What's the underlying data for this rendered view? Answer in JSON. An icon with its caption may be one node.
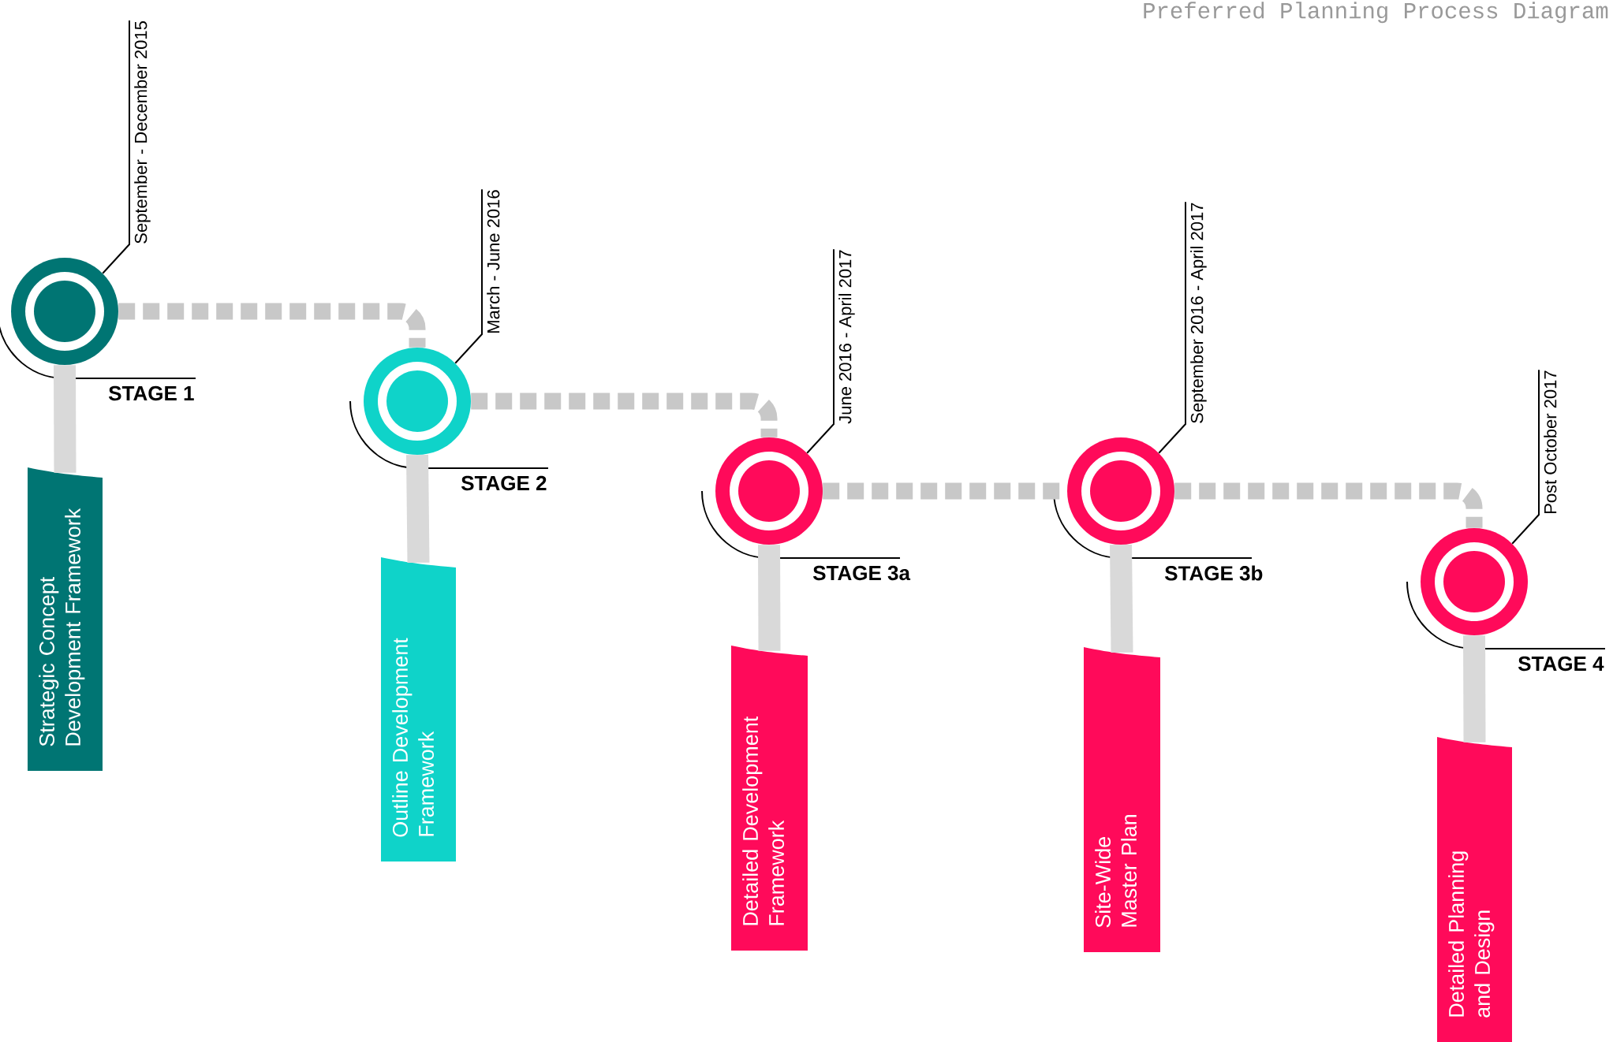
{
  "diagram": {
    "title": "Preferred Planning Process Diagram",
    "nodes": [
      {
        "text": [
          "September - December 2015"
        ]
      },
      {
        "text": [],
        "shape": "circle",
        "beside": [
          "STAGE 1"
        ]
      },
      {
        "text": [
          "Strategic Concept Development Framework"
        ]
      },
      {
        "text": [
          "March - June 2016"
        ]
      },
      {
        "text": [],
        "shape": "circle",
        "beside": [
          "STAGE 2"
        ]
      },
      {
        "text": [
          "Outline Development Framework"
        ]
      },
      {
        "text": [
          "June 2016 - April 2017"
        ]
      },
      {
        "text": [],
        "shape": "circle",
        "beside": [
          "STAGE 3a"
        ]
      },
      {
        "text": [
          "Detailed Development Framework"
        ]
      },
      {
        "text": [
          "September 2016 - April 2017"
        ]
      },
      {
        "text": [],
        "shape": "circle",
        "beside": [
          "STAGE 3b"
        ]
      },
      {
        "text": [
          "Site-Wide Master Plan"
        ]
      },
      {
        "text": [
          "Post October 2017"
        ]
      },
      {
        "text": [],
        "shape": "circle",
        "beside": [
          "STAGE 4"
        ]
      },
      {
        "text": [
          "Detailed Planning and Design"
        ]
      }
    ],
    "edges": [
      {
        "from": 0,
        "to": 1,
        "arrow": "none"
      },
      {
        "from": 1,
        "to": 2,
        "arrow": "none",
        "color": "#d9d9d9"
      },
      {
        "from": 1,
        "to": 4,
        "arrow": "none",
        "style": "dashed",
        "color": "#c8c8c8"
      },
      {
        "from": 3,
        "to": 4,
        "arrow": "none"
      },
      {
        "from": 4,
        "to": 5,
        "arrow": "none",
        "color": "#d9d9d9"
      },
      {
        "from": 4,
        "to": 7,
        "arrow": "none",
        "style": "dashed",
        "color": "#c8c8c8"
      },
      {
        "from": 6,
        "to": 7,
        "arrow": "none"
      },
      {
        "from": 7,
        "to": 8,
        "arrow": "none",
        "color": "#d9d9d9"
      },
      {
        "from": 7,
        "to": 10,
        "arrow": "none",
        "style": "dashed",
        "color": "#c8c8c8"
      },
      {
        "from": 9,
        "to": 10,
        "arrow": "none"
      },
      {
        "from": 10,
        "to": 11,
        "arrow": "none",
        "color": "#d9d9d9"
      },
      {
        "from": 10,
        "to": 13,
        "arrow": "none",
        "style": "dashed",
        "color": "#c8c8c8"
      },
      {
        "from": 12,
        "to": 13,
        "arrow": "none"
      },
      {
        "from": 13,
        "to": 14,
        "arrow": "none",
        "color": "#d9d9d9"
      }
    ]
  }
}
